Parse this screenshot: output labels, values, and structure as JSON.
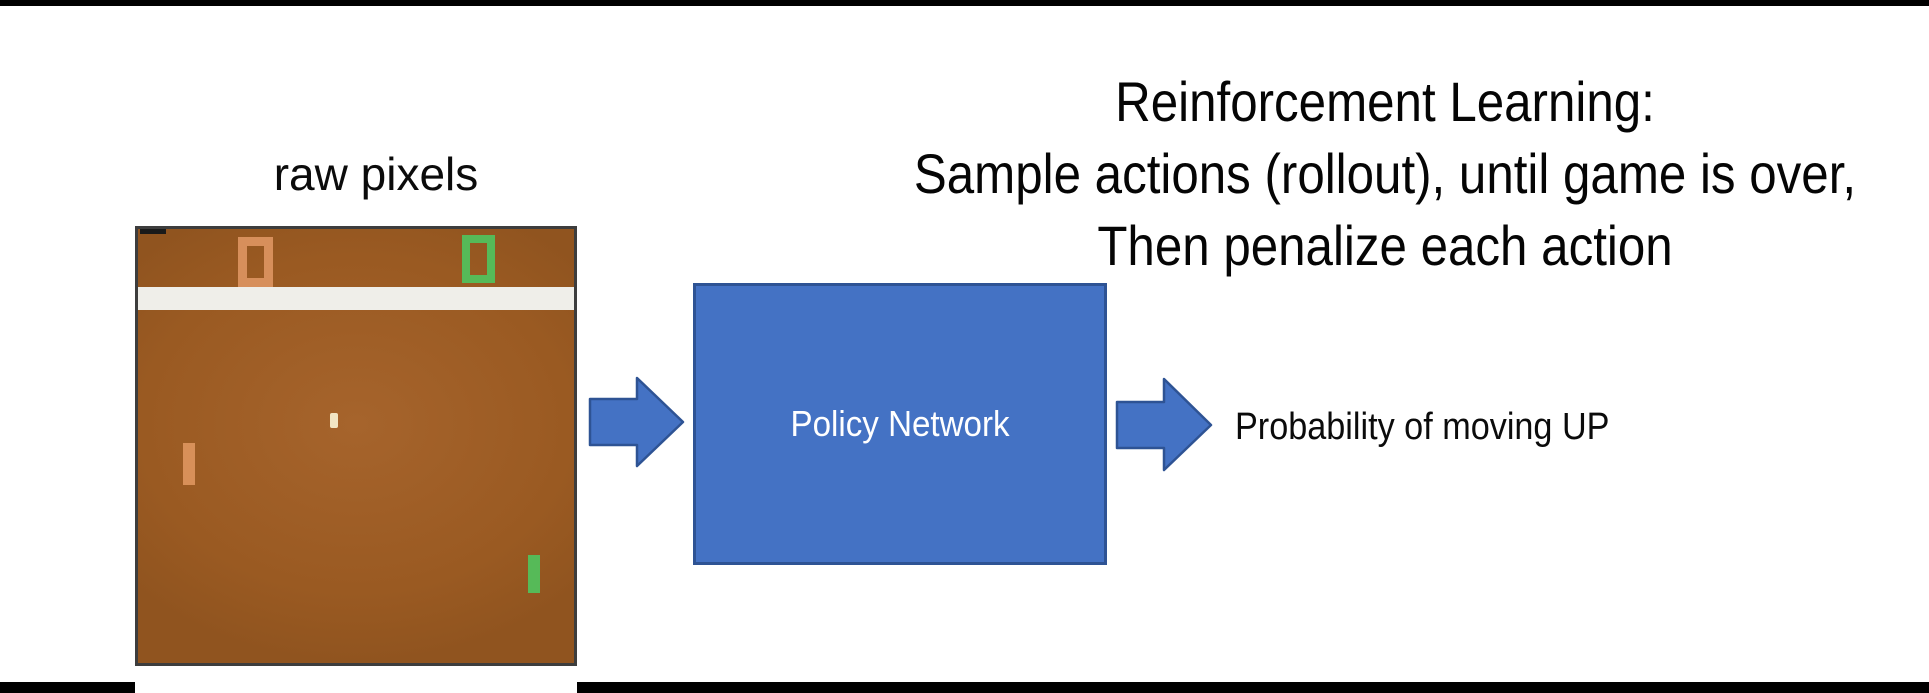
{
  "page": {
    "background": "#ffffff",
    "top_bar_color": "#000000",
    "bottom_bar_color": "#000000"
  },
  "title": {
    "lines": [
      "Reinforcement Learning:",
      "Sample actions (rollout), until game is over,",
      "Then penalize each action"
    ],
    "color": "#050505"
  },
  "input_image": {
    "label": "raw pixels",
    "type": "pong-game-screenshot",
    "field_color": "#9a5a22",
    "border_color": "#3d3d3d",
    "white_band_color": "#efeee9",
    "left_score": "0",
    "right_score": "0",
    "left_player_color": "#d78f5b",
    "right_player_color": "#56ba58",
    "ball_color": "#f2e5c3"
  },
  "policy_box": {
    "label": "Policy Network",
    "fill": "#4472c4",
    "border": "#2e5394",
    "text_color": "#ffffff"
  },
  "output": {
    "label": "Probability of moving UP"
  },
  "arrows": {
    "fill": "#4472c4",
    "border": "#2e5394"
  }
}
